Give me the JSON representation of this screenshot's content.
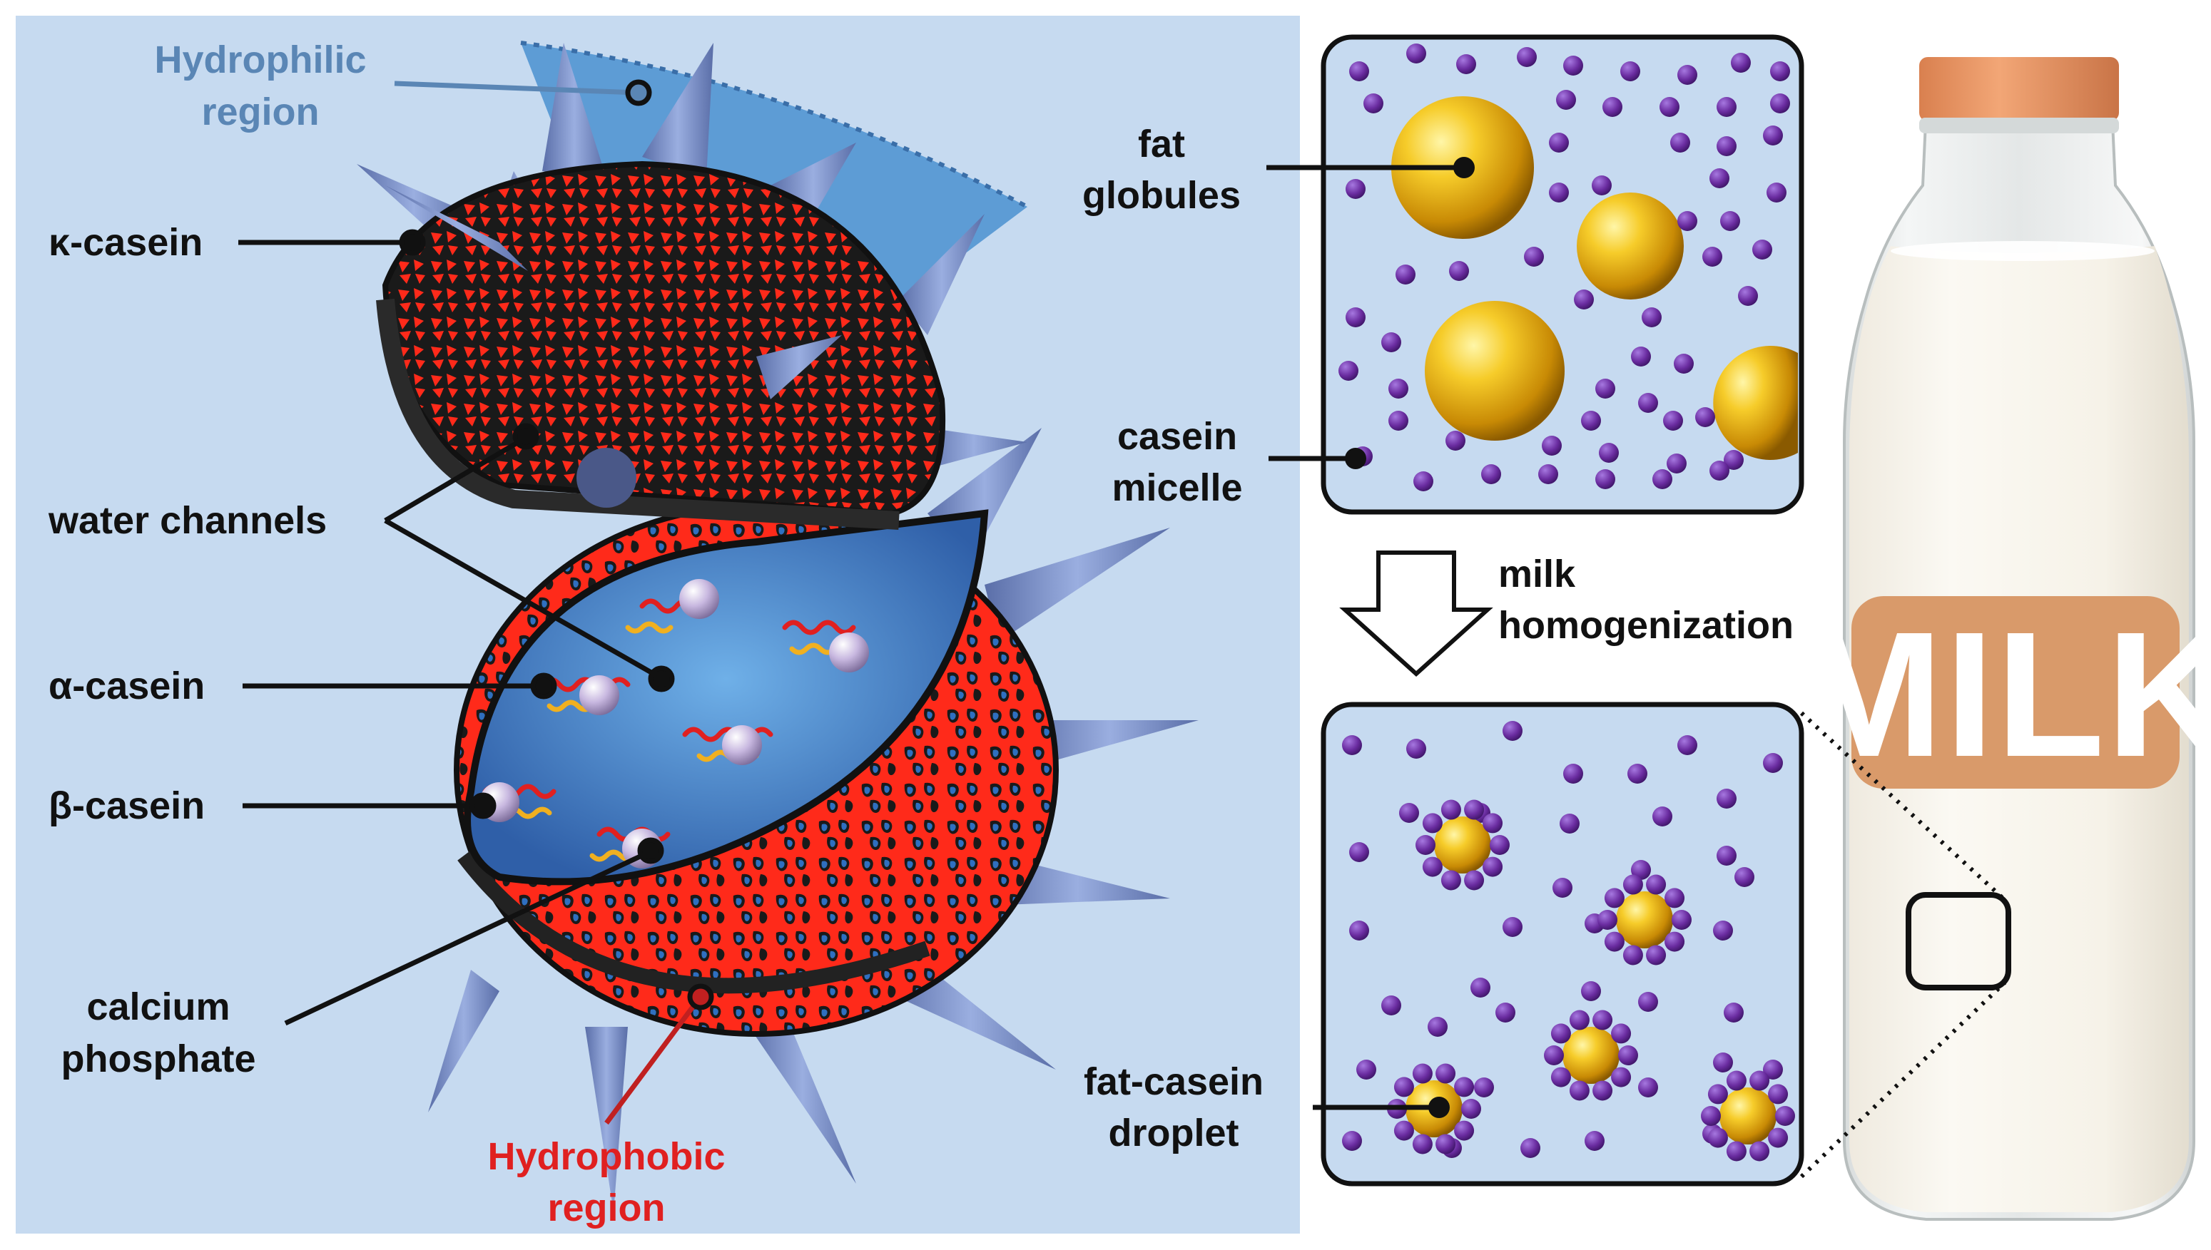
{
  "labels": {
    "hydrophilic": [
      "Hydrophilic",
      "region"
    ],
    "kappa_casein": "κ-casein",
    "water_channels": "water channels",
    "alpha_casein": "α-casein",
    "beta_casein": "β-casein",
    "calcium_phosphate": [
      "calcium",
      "phosphate"
    ],
    "hydrophobic": [
      "Hydrophobic",
      "region"
    ],
    "fat_globules": [
      "fat",
      "globules"
    ],
    "casein_micelle": [
      "casein",
      "micelle"
    ],
    "process": [
      "milk",
      "homogenization"
    ],
    "fat_casein_droplet": [
      "fat-casein",
      "droplet"
    ],
    "bottle_label": "MILK"
  },
  "colors": {
    "panel_bg": "#c6daf0",
    "micelle_shell": "#ff2a1a",
    "micelle_mesh": "#1a1a1a",
    "spike": "#7f95c7",
    "interior": "#3f78c0",
    "fat_gold": "#e8b010",
    "casein_purple": "#6a2ca0",
    "hydrophilic_label": "#5a86b5",
    "hydrophobic_label": "#e02020",
    "bottle_label_bg": "#d99a6a",
    "bottle_cap": "#e8956a"
  }
}
